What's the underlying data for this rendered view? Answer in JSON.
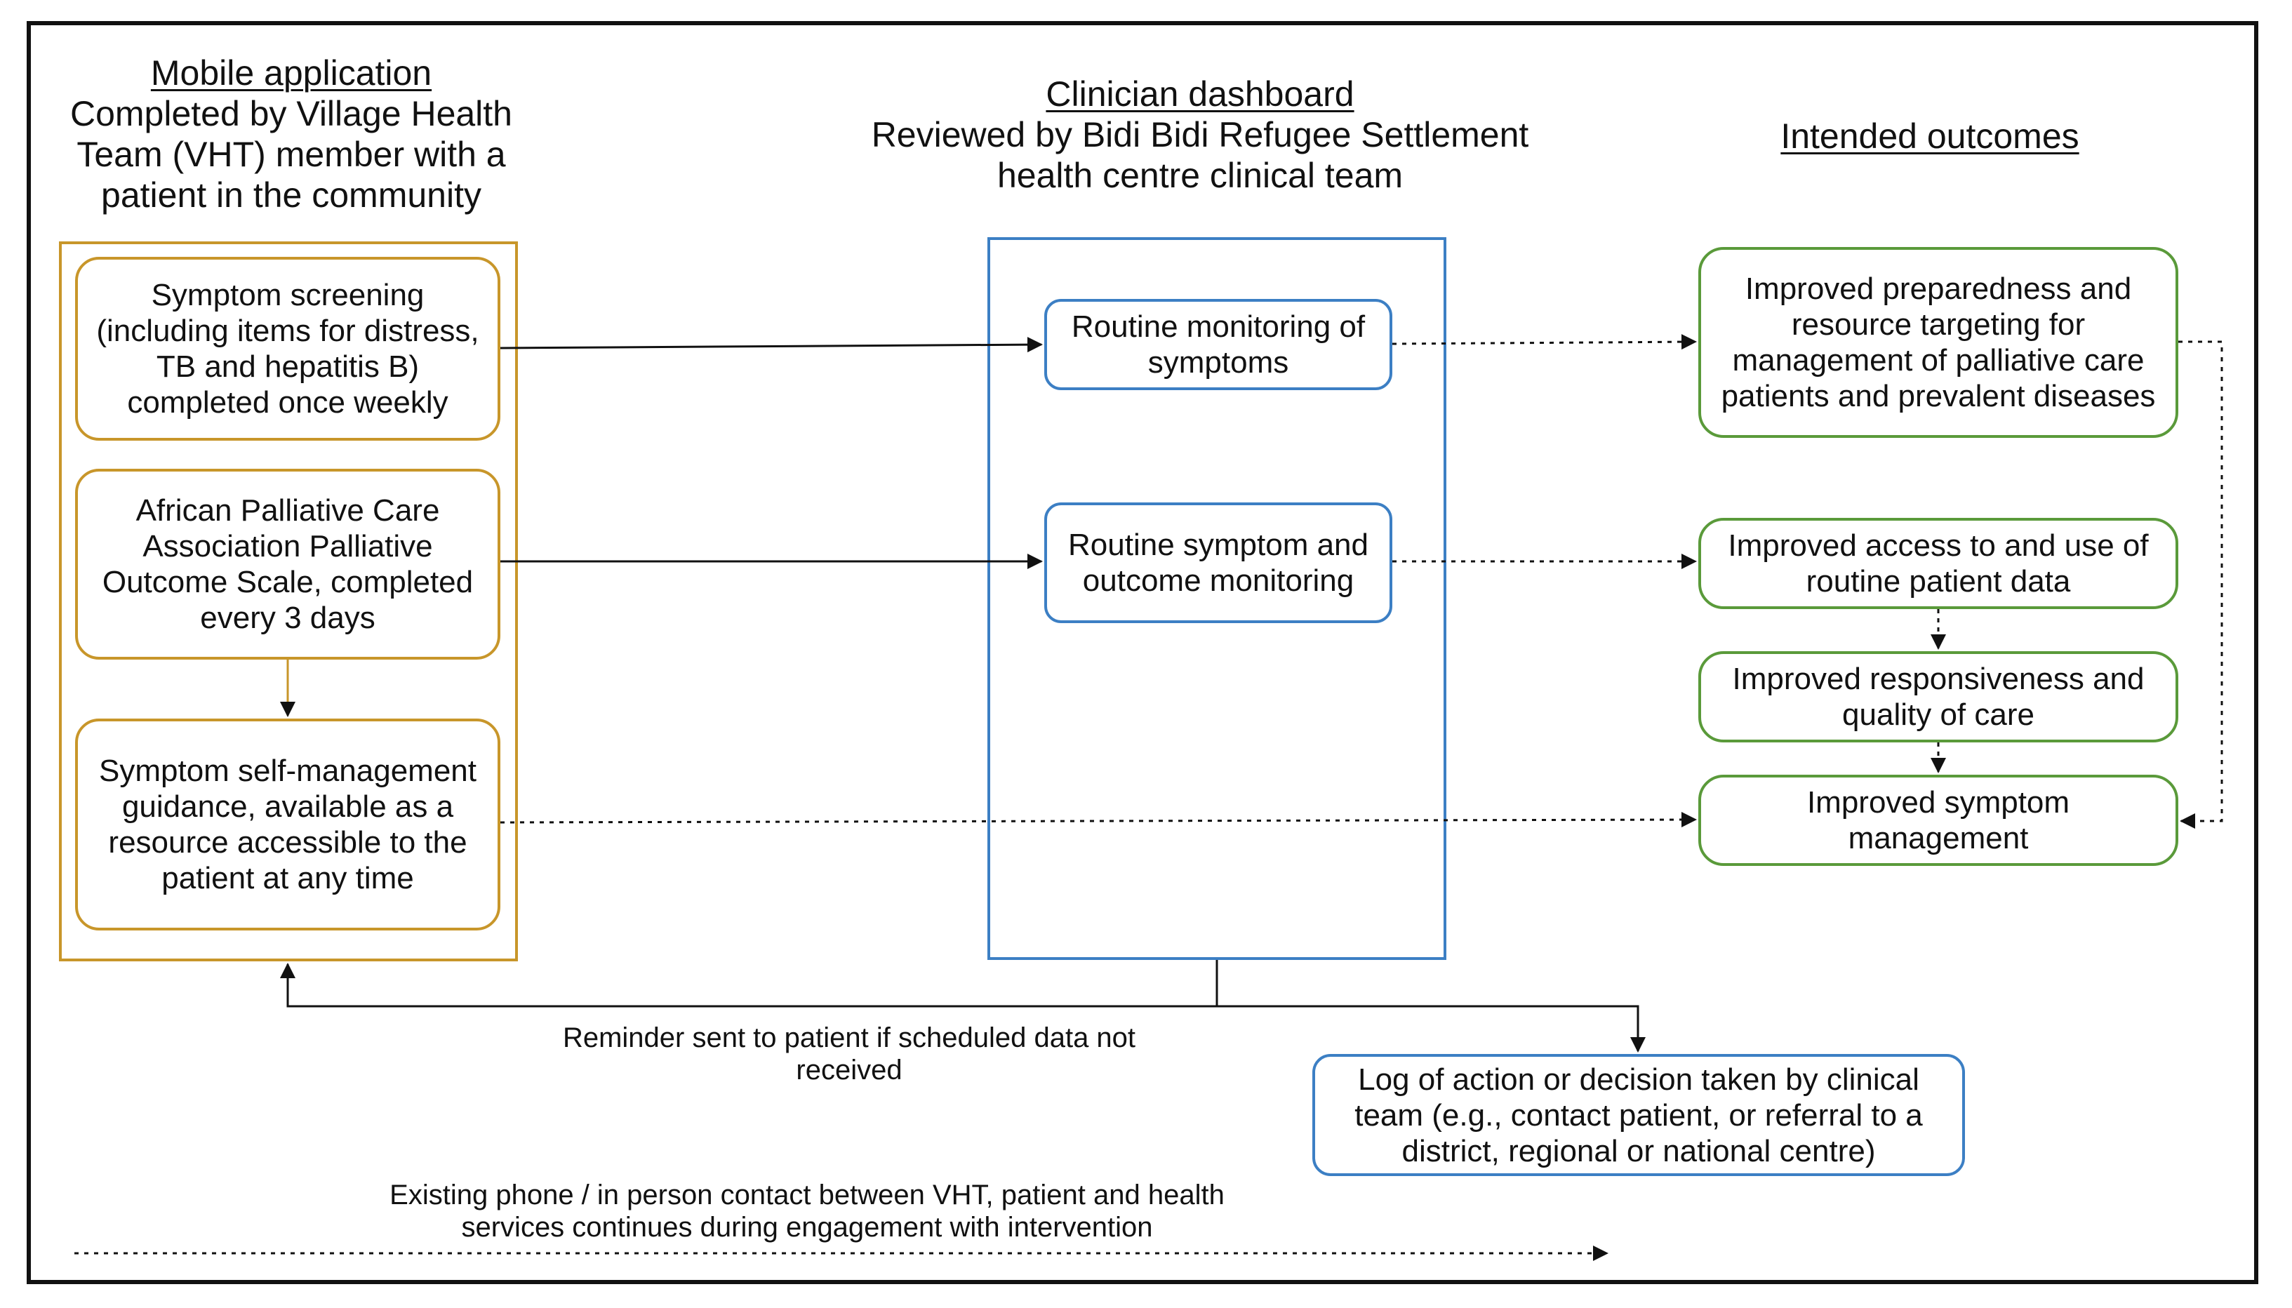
{
  "columns": {
    "mobile": {
      "heading": "Mobile application",
      "subheading": "Completed by Village Health Team (VHT) member with a patient in the community"
    },
    "dashboard": {
      "heading": "Clinician dashboard",
      "subheading": "Reviewed by Bidi Bidi Refugee Settlement health centre clinical team"
    },
    "outcomes": {
      "heading": "Intended outcomes"
    }
  },
  "mobile_items": [
    "Symptom screening (including items for distress, TB and hepatitis B) completed once weekly",
    "African Palliative Care Association Palliative Outcome Scale, completed every 3 days",
    "Symptom self-management guidance, available as a resource accessible to the patient at any time"
  ],
  "dashboard_items": [
    "Routine monitoring of symptoms",
    "Routine symptom and outcome monitoring"
  ],
  "outcome_items": [
    "Improved preparedness and resource targeting for management of palliative care patients and prevalent diseases",
    "Improved access to and use of routine patient data",
    "Improved responsiveness and quality of care",
    "Improved symptom management"
  ],
  "log_box": "Log of action or decision taken by clinical team (e.g., contact patient, or referral to a district, regional or national centre)",
  "reminder_note": "Reminder sent to patient if scheduled data not received",
  "existing_contact_note": "Existing phone / in person contact between VHT, patient and health services continues during engagement with intervention",
  "colors": {
    "mobile": "#c8962a",
    "dashboard": "#3c7fc4",
    "outcomes": "#5a9a3a",
    "lines": "#111111"
  }
}
